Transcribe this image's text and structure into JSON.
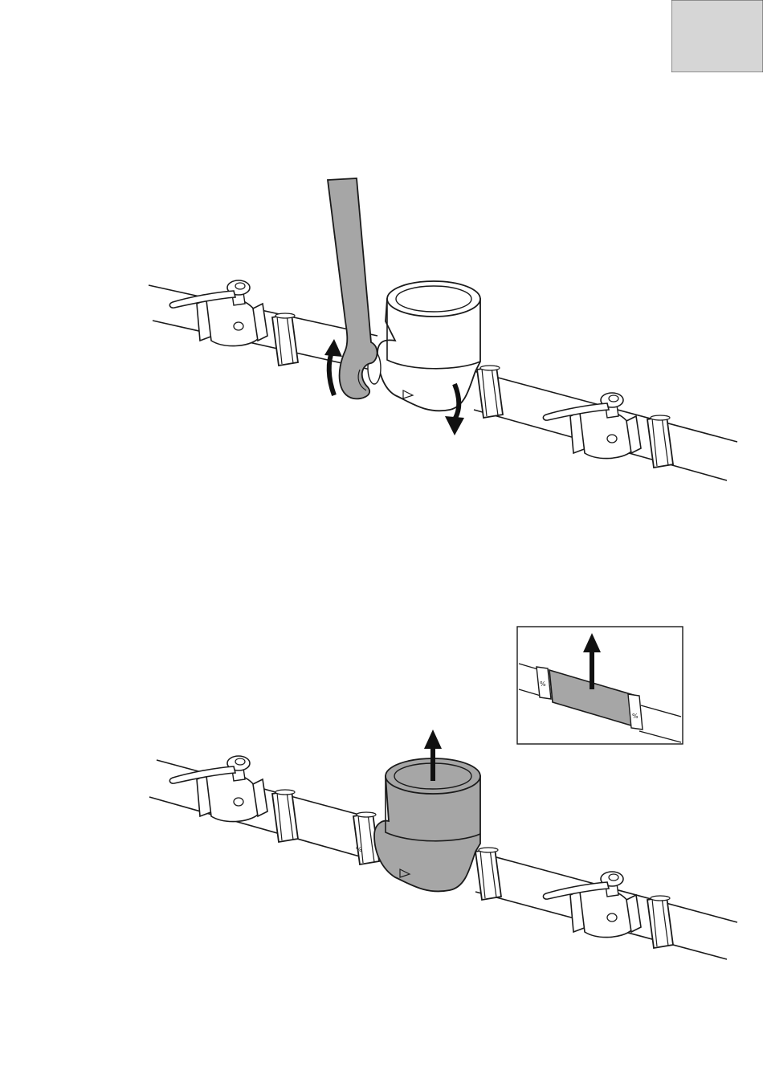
{
  "colors": {
    "line": "#1a1a1a",
    "fill_white": "#ffffff",
    "fill_grey": "#a6a6a6",
    "tab_grey": "#d6d6d6",
    "arrow": "#111111"
  },
  "icons": {
    "corner_tab": "grey-tab",
    "rotation_arrows": "curved-arrow",
    "lift_arrows": "up-arrow",
    "spacer_mark": "seal-mark"
  },
  "figures": [
    {
      "id": "fig1",
      "depicts": "wrench-on-meter-union"
    },
    {
      "id": "fig2",
      "depicts": "meter-lifted-out",
      "inset": "spacer-pipe-lifted-out"
    }
  ]
}
